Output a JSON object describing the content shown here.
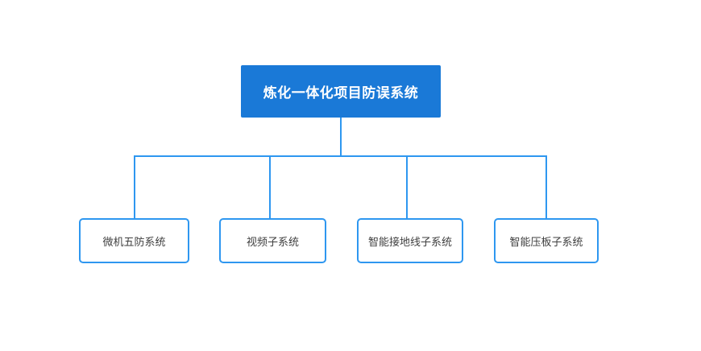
{
  "diagram": {
    "type": "tree",
    "root": {
      "label": "炼化一体化项目防误系统"
    },
    "children": [
      {
        "label": "微机五防系统"
      },
      {
        "label": "视频子系统"
      },
      {
        "label": "智能接地线子系统"
      },
      {
        "label": "智能压板子系统"
      }
    ],
    "colors": {
      "background": "#FFFFFF",
      "root_fill": "#1A79D7",
      "root_text": "#FFFFFF",
      "connector": "#2E97F0",
      "node_border": "#2E97F0",
      "node_fill": "#FFFFFF",
      "node_text": "#3F3F3F"
    }
  }
}
